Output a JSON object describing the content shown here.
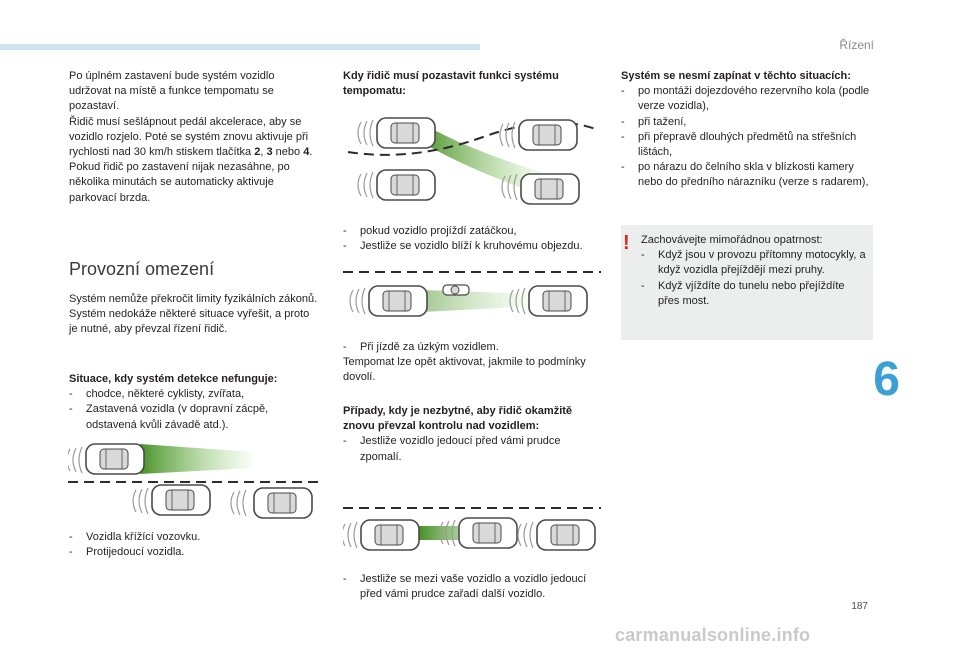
{
  "header": {
    "section": "Řízení"
  },
  "chapter": "6",
  "page_number": "187",
  "col1": {
    "intro": "Po úplném zastavení bude systém vozidlo udržovat na místě a funkce tempomatu se pozastaví.",
    "para2": "Řidič musí sešlápnout pedál akcelerace, aby se vozidlo rozjelo. Poté se systém znovu aktivuje při rychlosti nad 30 km/h stiskem tlačítka ",
    "btn2": "2",
    "sep1": ", ",
    "btn3": "3",
    "sep2": " nebo ",
    "btn4": "4",
    "para2_end": ". Pokud řidič po zastavení nijak nezasáhne, po několika minutách se automaticky aktivuje parkovací brzda.",
    "heading": "Provozní omezení",
    "limits1": "Systém nemůže překročit limity fyzikálních zákonů.",
    "limits2": "Systém nedokáže některé situace vyřešit, a proto je nutné, aby převzal řízení řidič.",
    "undetected_title": "Situace, kdy systém detekce nefunguje:",
    "undetected": [
      "chodce, některé cyklisty, zvířata,",
      "Zastavená vozidla (v dopravní zácpě, odstavená kvůli závadě atd.)."
    ],
    "crossing": [
      "Vozidla křížící vozovku.",
      "Protijedoucí vozidla."
    ]
  },
  "col2": {
    "suspend_title": "Kdy řidič musí pozastavit funkci systému tempomatu:",
    "suspend_items": [
      "pokud vozidlo projíždí zatáčkou,",
      "Jestliže se vozidlo blíží k kruhovému objezdu."
    ],
    "narrow_item": "Při jízdě za úzkým vozidlem.",
    "reactivate": "Tempomat lze opět aktivovat, jakmile to podmínky dovolí.",
    "takeover_title": "Případy, kdy je nezbytné, aby řidič okamžitě znovu převzal kontrolu nad vozidlem:",
    "takeover_items": [
      "Jestliže vozidlo jedoucí před vámi prudce zpomalí."
    ],
    "cutin_item": "Jestliže se mezi vaše vozidlo a vozidlo jedoucí před vámi prudce zařadí další vozidlo."
  },
  "col3": {
    "never_title": "Systém se nesmí zapínat v těchto situacích:",
    "never_items": [
      "po montáži dojezdového rezervního kola (podle verze vozidla),",
      "při tažení,",
      "při přepravě dlouhých předmětů na střešních lištách,",
      "po nárazu do čelního skla v blízkosti kamery nebo do předního nárazníku (verze s radarem),"
    ]
  },
  "warning": {
    "intro": "Zachovávejte mimořádnou opatrnost:",
    "items": [
      "Když jsou v provozu přítomny motocykly, a když vozidla přejíždějí mezi pruhy.",
      "Když vjíždíte do tunelu nebo přejíždíte přes most."
    ]
  },
  "watermark": "carmanualsonline.info",
  "colors": {
    "accent": "#3aa0d6",
    "warning": "#e1251b",
    "radar": "#5aa02c",
    "panel": "#eceded"
  }
}
